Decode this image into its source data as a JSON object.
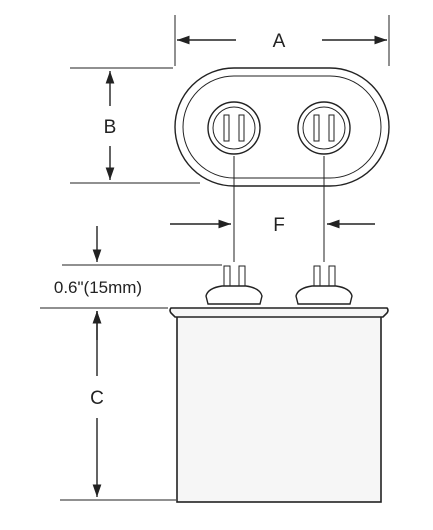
{
  "diagram": {
    "labels": {
      "a": "A",
      "b": "B",
      "c": "C",
      "f": "F",
      "lip": "0.6\"(15mm)"
    },
    "colors": {
      "line": "#222222",
      "body": "#f6f6f6",
      "background": "#ffffff"
    }
  }
}
